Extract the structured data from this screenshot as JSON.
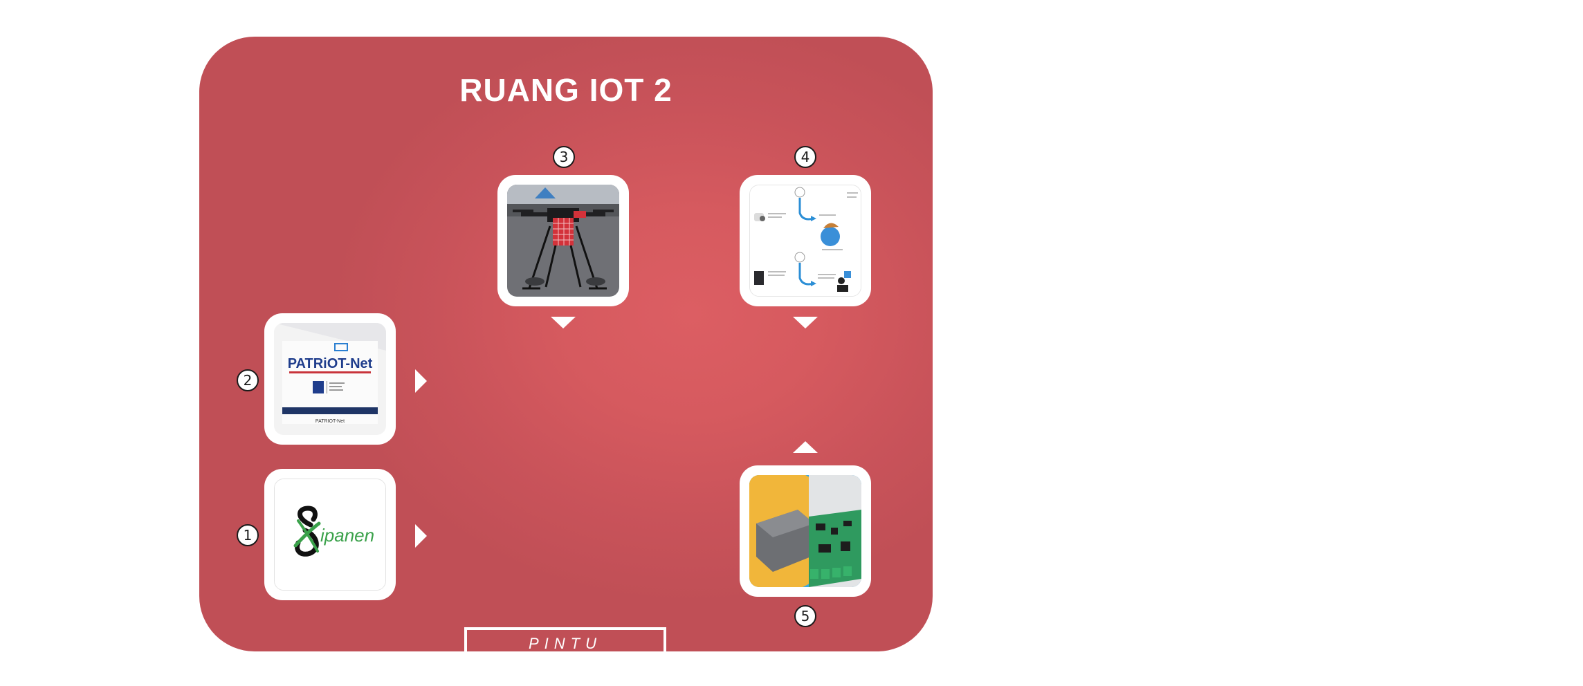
{
  "room": {
    "title": "RUANG IOT 2",
    "door_label": "PINTU"
  },
  "stations": [
    {
      "number": "1",
      "image": "sipanen-logo",
      "logo_text": "ipanen"
    },
    {
      "number": "2",
      "image": "patriot-net-poster",
      "logo_text": "PATRiOT-Net",
      "caption": "PATRIOT-Net"
    },
    {
      "number": "3",
      "image": "drone-photo"
    },
    {
      "number": "4",
      "image": "system-diagram-thumbnail"
    },
    {
      "number": "5",
      "image": "iot-device-boards"
    }
  ],
  "colors": {
    "room_background": "#d05a5f",
    "station_frame": "#ffffff",
    "sipanen_green": "#3aa14a"
  },
  "icons": {
    "flow_arrow_right": "triangle-right-icon",
    "flow_arrow_down": "triangle-down-icon",
    "flow_arrow_up": "triangle-up-icon"
  }
}
